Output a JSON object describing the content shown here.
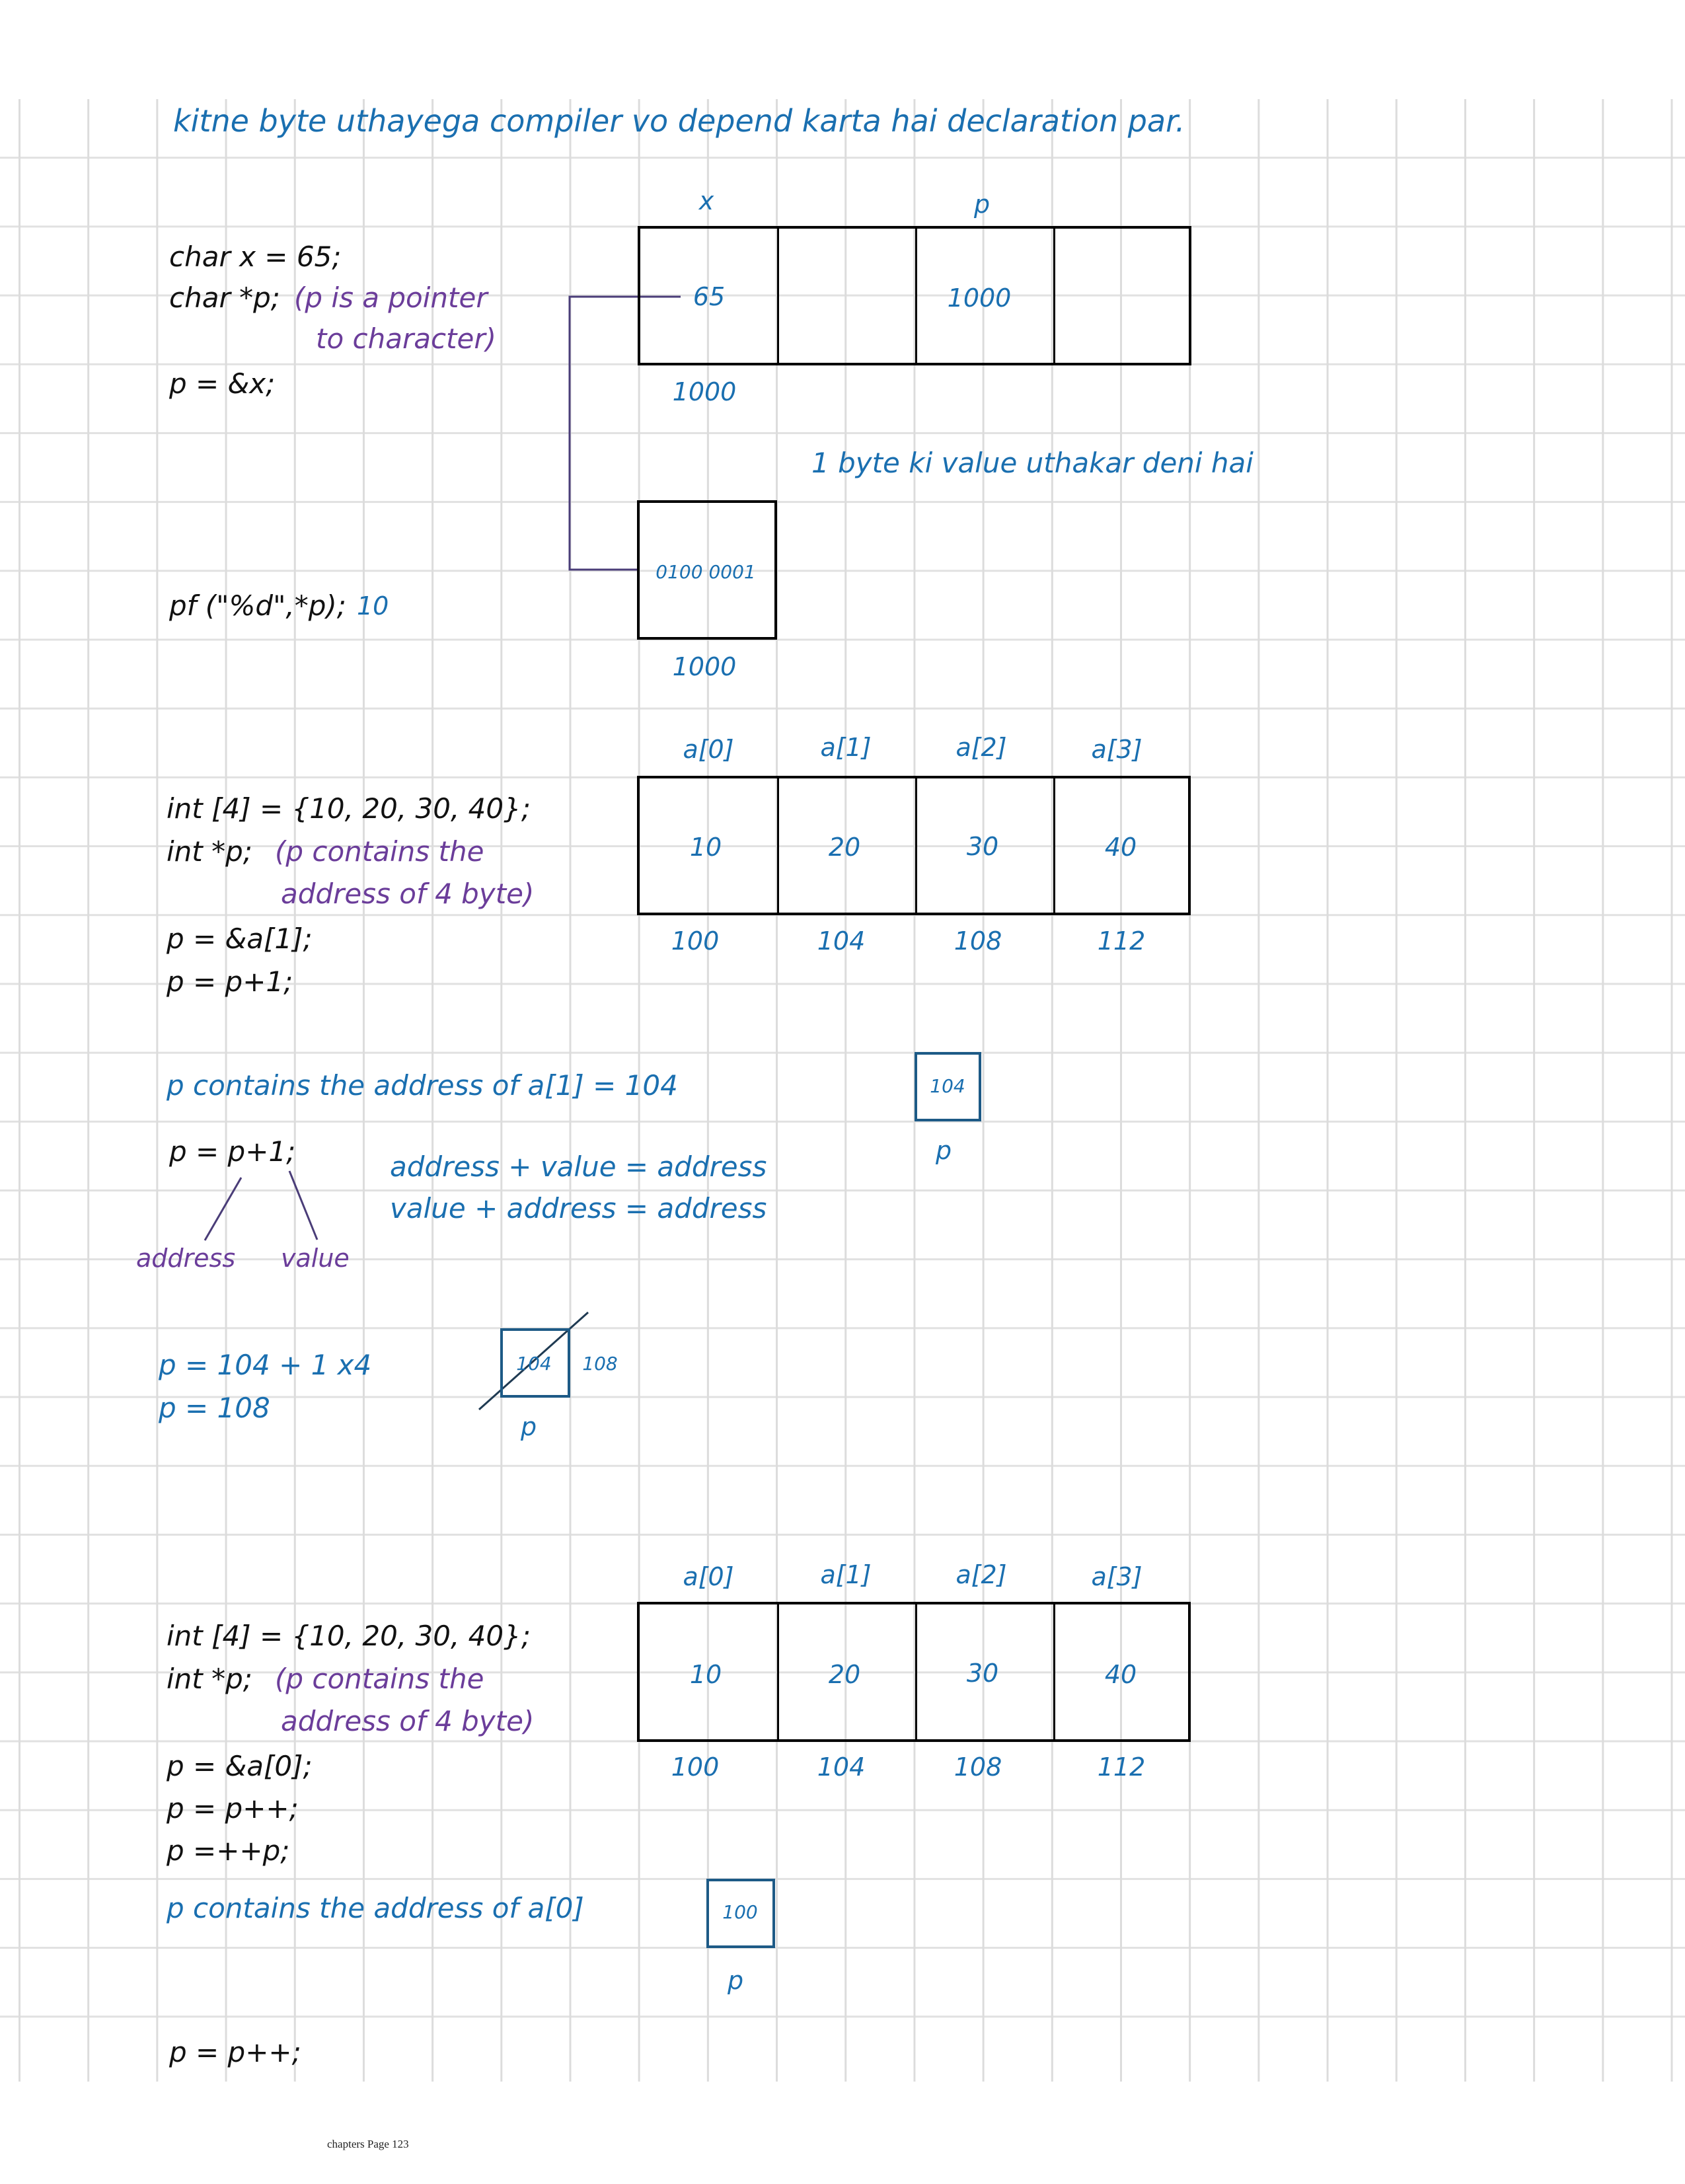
{
  "heading": "kitne byte uthayega compiler vo depend karta hai declaration par.",
  "section1": {
    "code": [
      "char x = 65;",
      "char *p;",
      "p = &x;",
      "pf (\"%d\",*p);"
    ],
    "comment_line1": "(p is a pointer",
    "comment_line2": "to character)",
    "printf_output": "10",
    "var_labels": {
      "x": "x",
      "p": "p"
    },
    "cells": [
      "65",
      "",
      "1000",
      ""
    ],
    "address_below": "1000",
    "note": "1 byte ki value uthakar deni hai",
    "byte_box": {
      "value": "0100 0001",
      "address": "1000"
    }
  },
  "section2": {
    "code": [
      "int [4] = {10, 20, 30, 40};",
      "int *p;",
      "p = &a[1];",
      "p = p+1;"
    ],
    "comment_line1": "(p contains the",
    "comment_line2": "address of 4 byte)",
    "array": {
      "labels": [
        "a[0]",
        "a[1]",
        "a[2]",
        "a[3]"
      ],
      "values": [
        "10",
        "20",
        "30",
        "40"
      ],
      "addresses": [
        "100",
        "104",
        "108",
        "112"
      ]
    },
    "statement": "p contains the address of a[1] = 104",
    "pointer_box": {
      "value": "104",
      "label": "p"
    },
    "expr": "p = p+1;",
    "expr_left_label": "address",
    "expr_right_label": "value",
    "rules": [
      "address + value = address",
      "value + address = address"
    ],
    "calc": [
      "p = 104 + 1 x4",
      "p = 108"
    ],
    "updated_pointer": {
      "old_value": "104",
      "new_value": "108",
      "label": "p"
    }
  },
  "section3": {
    "code": [
      "int [4] = {10, 20, 30, 40};",
      "int *p;",
      "p = &a[0];",
      "p = p++;",
      "p =++p;"
    ],
    "comment_line1": "(p contains the",
    "comment_line2": "address of 4 byte)",
    "array": {
      "labels": [
        "a[0]",
        "a[1]",
        "a[2]",
        "a[3]"
      ],
      "values": [
        "10",
        "20",
        "30",
        "40"
      ],
      "addresses": [
        "100",
        "104",
        "108",
        "112"
      ]
    },
    "statement": "p contains the address of a[0]",
    "pointer_box": {
      "value": "100",
      "label": "p"
    },
    "trailing_code": "p = p++;"
  },
  "footer": "chapters Page 123"
}
